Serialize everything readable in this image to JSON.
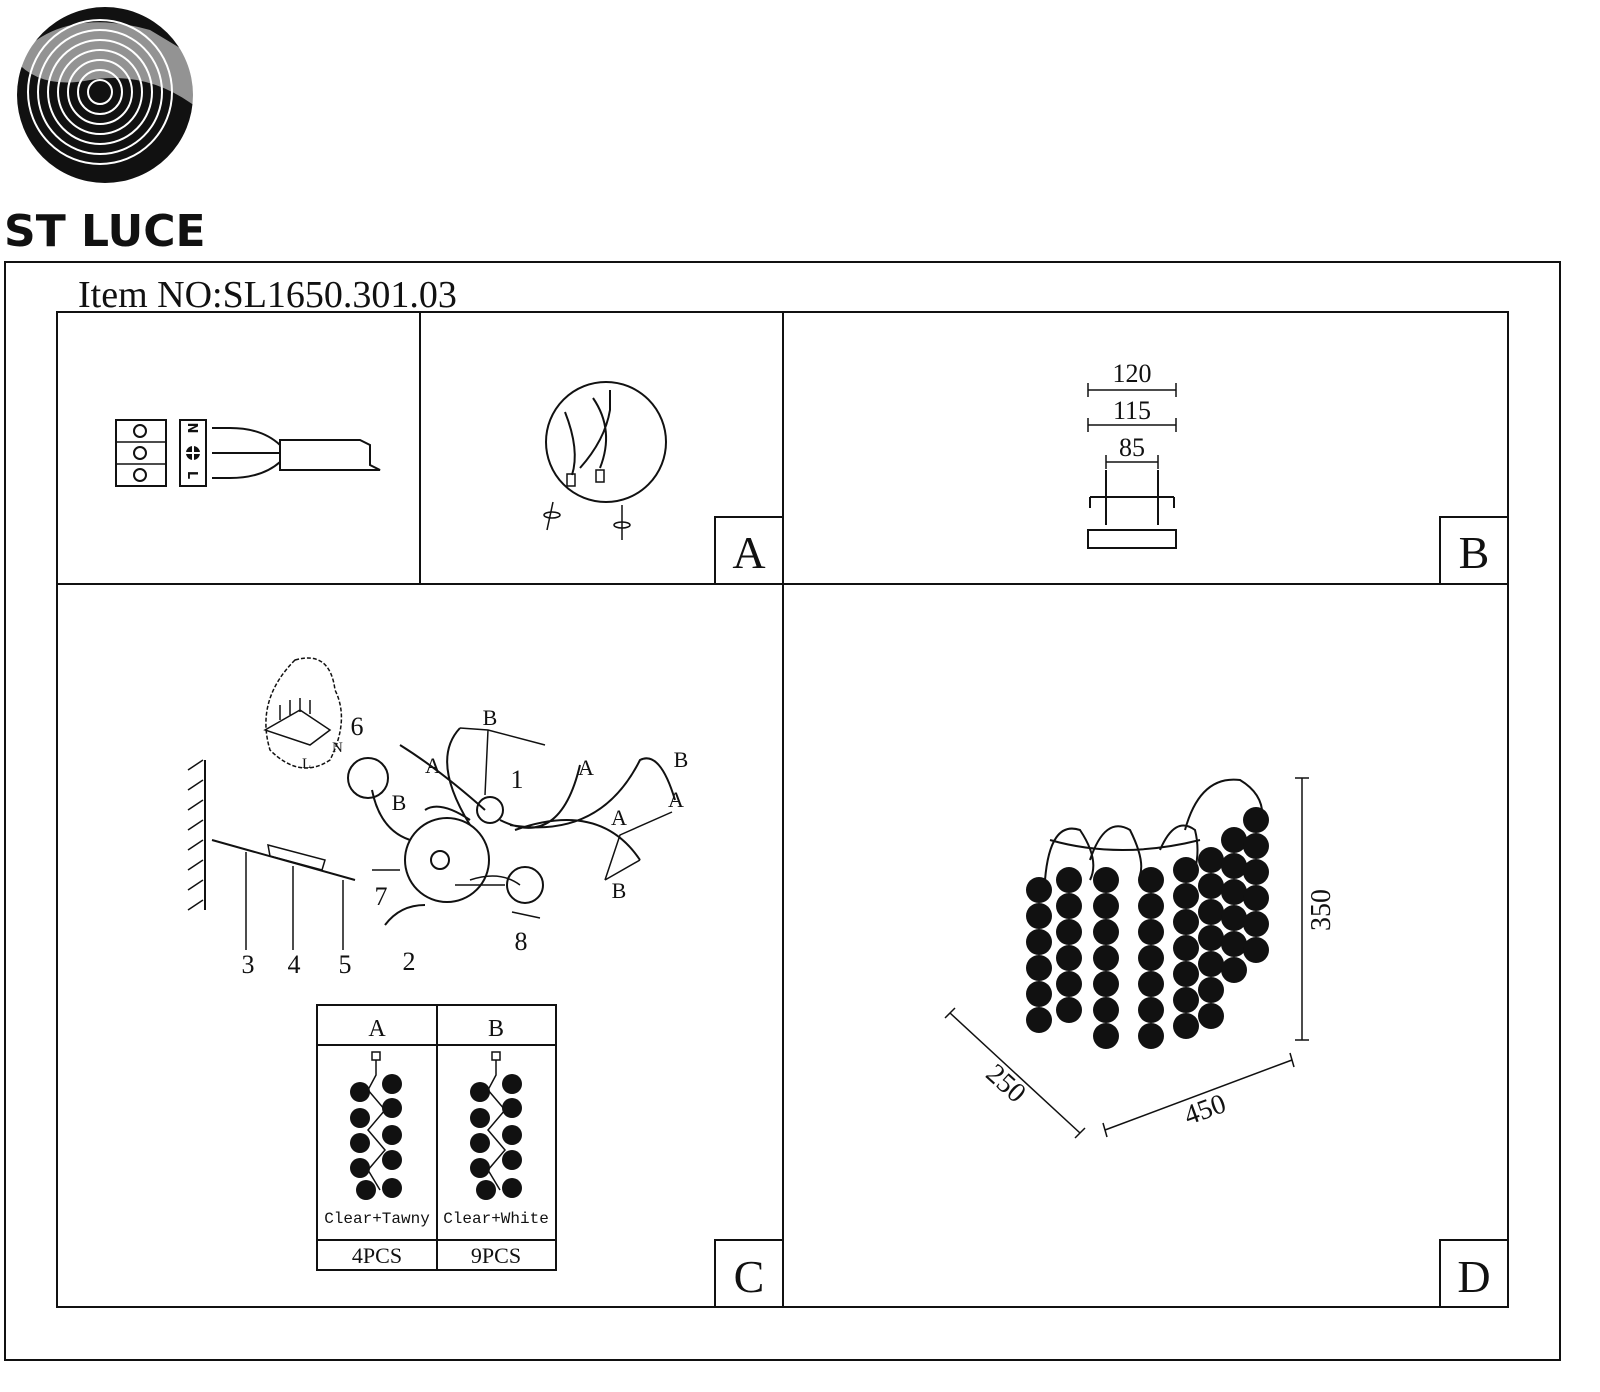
{
  "brand": {
    "name": "ST LUCE",
    "logo_icon": "concentric-swirl-logo"
  },
  "item_no": "Item NO:SL1650.301.03",
  "panels": {
    "a": "A",
    "b": "B",
    "c": "C",
    "d": "D"
  },
  "wiring": {
    "terminal_n": "N",
    "terminal_l": "L",
    "earth_icon": "ground-symbol-icon"
  },
  "mount_dims": {
    "w1": "120",
    "w2": "115",
    "w3": "85"
  },
  "assembly": {
    "parts": [
      "1",
      "2",
      "3",
      "4",
      "5",
      "6",
      "7",
      "8"
    ],
    "detail_n": "N",
    "detail_l": "L",
    "strand_a": "A",
    "strand_b": "B"
  },
  "crystal_table": {
    "headers": [
      "A",
      "B"
    ],
    "colors": [
      "Clear+Tawny",
      "Clear+White"
    ],
    "quantities": [
      "4PCS",
      "9PCS"
    ]
  },
  "product_dims": {
    "height": "350",
    "depth": "250",
    "width": "450"
  },
  "colors": {
    "ink": "#111111",
    "paper": "#ffffff"
  }
}
